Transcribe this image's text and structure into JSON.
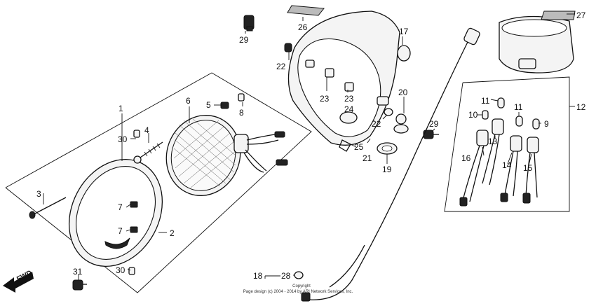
{
  "callouts": {
    "c1": "1",
    "c2": "2",
    "c3": "3",
    "c4": "4",
    "c5": "5",
    "c6": "6",
    "c7a": "7",
    "c7b": "7",
    "c8": "8",
    "c9": "9",
    "c10": "10",
    "c11a": "11",
    "c11b": "11",
    "c12": "12",
    "c13": "13",
    "c14": "14",
    "c15": "15",
    "c16": "16",
    "c17": "17",
    "c18": "18",
    "c19": "19",
    "c20": "20",
    "c21": "21",
    "c22a": "22",
    "c22b": "22",
    "c23a": "23",
    "c23b": "23",
    "c24": "24",
    "c25": "25",
    "c26": "26",
    "c27": "27",
    "c28": "28",
    "c29a": "29",
    "c29b": "29",
    "c30a": "30",
    "c30b": "30",
    "c31": "31"
  },
  "fwd_label": "FWD",
  "copyright_line1": "Copyright",
  "copyright_line2": "Page design (c) 2004 - 2014 by ARI Network Services, Inc."
}
